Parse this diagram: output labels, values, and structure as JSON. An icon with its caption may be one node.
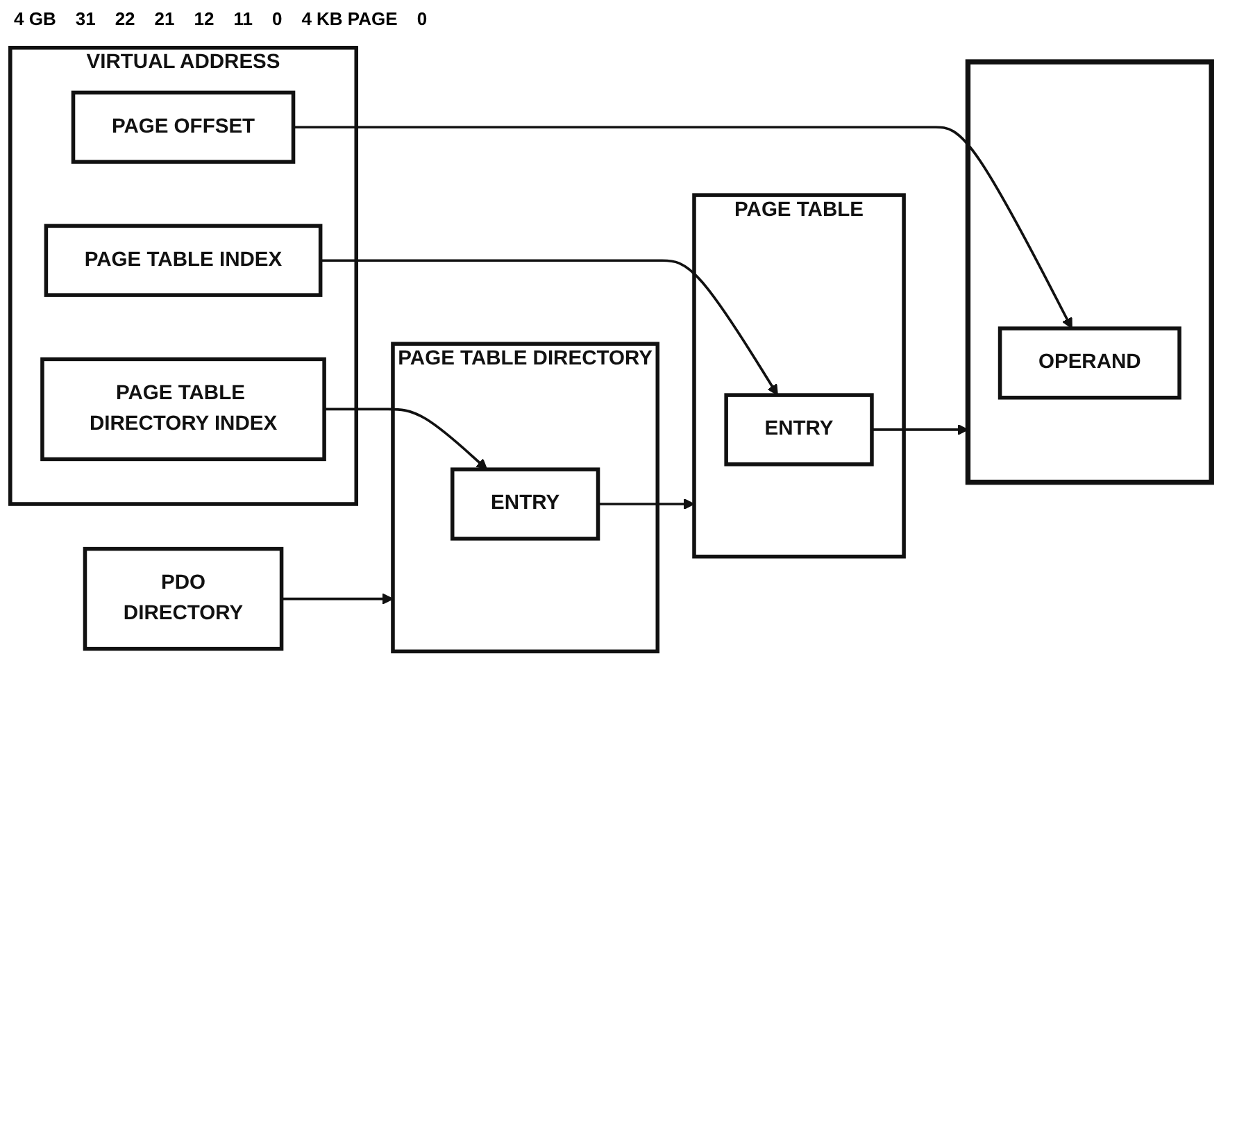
{
  "diagram": {
    "nodes": [
      {
        "text": [
          "VIRTUAL ADDRESS"
        ]
      },
      {
        "text": [
          "PAGE TABLE DIRECTORY INDEX"
        ],
        "in": 0
      },
      {
        "text": [
          "PAGE TABLE INDEX"
        ],
        "in": 0
      },
      {
        "text": [
          "PAGE OFFSET"
        ],
        "in": 0
      },
      {
        "text": [
          "PAGE TABLE DIRECTORY"
        ]
      },
      {
        "text": [
          "ENTRY"
        ],
        "in": 4
      },
      {
        "text": [
          "PAGE TABLE"
        ]
      },
      {
        "text": [
          "ENTRY"
        ],
        "in": 6
      },
      {
        "text": [],
        "shape": "box"
      },
      {
        "text": [
          "OPERAND"
        ],
        "in": 8
      },
      {
        "text": [
          "PDO",
          "DIRECTORY"
        ]
      }
    ],
    "edges": [
      {
        "from": 1,
        "to": 5,
        "arrow": "to"
      },
      {
        "from": 2,
        "to": 7,
        "arrow": "to"
      },
      {
        "from": 3,
        "to": 9,
        "arrow": "to"
      },
      {
        "from": 10,
        "to": 4,
        "arrow": "to"
      },
      {
        "from": 5,
        "to": 6,
        "arrow": "to"
      },
      {
        "from": 7,
        "to": 8,
        "arrow": "to"
      }
    ],
    "labels": [
      "4 GB",
      "31",
      "22",
      "21",
      "12",
      "11",
      "0",
      "4 KB PAGE",
      "0"
    ]
  }
}
